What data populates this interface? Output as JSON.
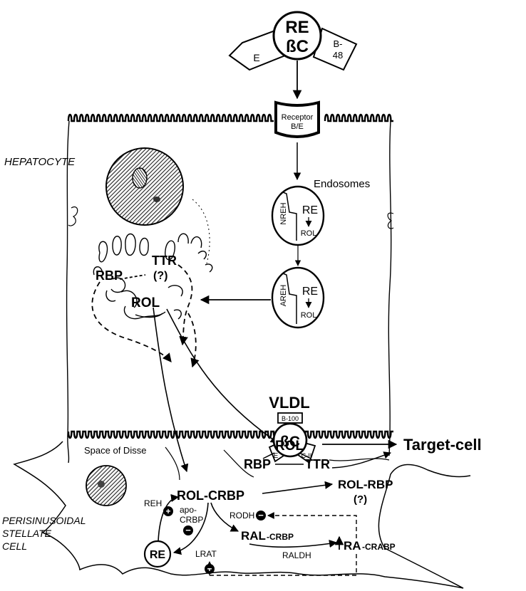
{
  "chylomicron": {
    "line1": "RE",
    "line2": "ßC",
    "apo_e": "E",
    "apo_b48_line1": "B-",
    "apo_b48_line2": "48"
  },
  "receptor": {
    "line1": "Receptor",
    "line2": "B/E"
  },
  "labels": {
    "hepatocyte": "HEPATOCYTE",
    "endosomes": "Endosomes",
    "space_of_disse": "Space of Disse",
    "stellate_line1": "PERISINUSOIDAL",
    "stellate_line2": "STELLATE",
    "stellate_line3": "CELL",
    "target_cell": "Target-cell"
  },
  "endosome1": {
    "enzyme": "NREH",
    "substrate": "RE",
    "product": "ROL"
  },
  "endosome2": {
    "enzyme": "AREH",
    "substrate": "RE",
    "product": "ROL"
  },
  "er": {
    "rbp": "RBP",
    "ttr": "TTR",
    "ttr_q": "(?)",
    "rol": "ROL"
  },
  "vldl": {
    "title": "VLDL",
    "core": "ßC",
    "b100": "B-100",
    "apo_e": "E",
    "apo_c2": "C-II"
  },
  "plasma": {
    "rol": "ROL",
    "rbp": "RBP",
    "ttr": "TTR"
  },
  "stellate": {
    "rol_crbp": "ROL-CRBP",
    "rol_rbp": "ROL-RBP",
    "rol_rbp_q": "(?)",
    "reh": "REH",
    "apo_crbp_line1": "apo-",
    "apo_crbp_line2": "CRBP",
    "re": "RE",
    "lrat": "LRAT",
    "rodh": "RODH",
    "ral_big": "RAL",
    "ral_small": "-CRBP",
    "raldh": "RALDH",
    "ra_big": "RA",
    "ra_small": "-CRABP",
    "plus": "+",
    "minus": "−"
  }
}
